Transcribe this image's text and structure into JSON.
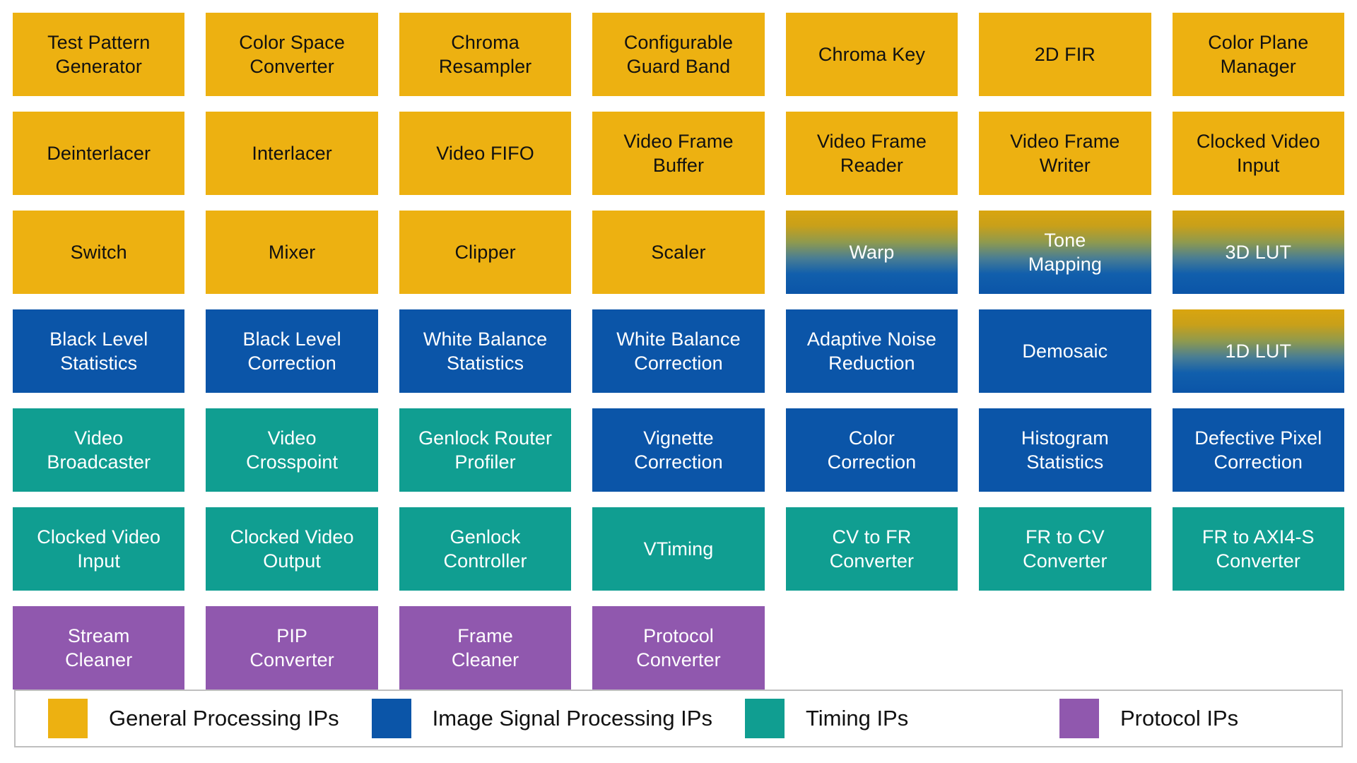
{
  "colors": {
    "general": "#EDB111",
    "isp": "#0B55A8",
    "timing": "#109E91",
    "protocol": "#9058AE",
    "hybrid_top": "#D9A50F",
    "hybrid_bottom": "#0B55A8",
    "legend_border": "#BFBFBF",
    "background": "#FFFFFF"
  },
  "grid": {
    "columns": 7,
    "rows": 7,
    "tiles": [
      {
        "label": "Test Pattern\nGenerator",
        "category": "general"
      },
      {
        "label": "Color Space\nConverter",
        "category": "general"
      },
      {
        "label": "Chroma\nResampler",
        "category": "general"
      },
      {
        "label": "Configurable\nGuard Band",
        "category": "general"
      },
      {
        "label": "Chroma Key",
        "category": "general"
      },
      {
        "label": "2D FIR",
        "category": "general"
      },
      {
        "label": "Color Plane\nManager",
        "category": "general"
      },
      {
        "label": "Deinterlacer",
        "category": "general"
      },
      {
        "label": "Interlacer",
        "category": "general"
      },
      {
        "label": "Video FIFO",
        "category": "general"
      },
      {
        "label": "Video Frame\nBuffer",
        "category": "general"
      },
      {
        "label": "Video Frame\nReader",
        "category": "general"
      },
      {
        "label": "Video Frame\nWriter",
        "category": "general"
      },
      {
        "label": "Clocked Video\nInput",
        "category": "general"
      },
      {
        "label": "Switch",
        "category": "general"
      },
      {
        "label": "Mixer",
        "category": "general"
      },
      {
        "label": "Clipper",
        "category": "general"
      },
      {
        "label": "Scaler",
        "category": "general"
      },
      {
        "label": "Warp",
        "category": "hybrid"
      },
      {
        "label": "Tone\nMapping",
        "category": "hybrid"
      },
      {
        "label": "3D LUT",
        "category": "hybrid"
      },
      {
        "label": "Black Level\nStatistics",
        "category": "isp"
      },
      {
        "label": "Black Level\nCorrection",
        "category": "isp"
      },
      {
        "label": "White Balance\nStatistics",
        "category": "isp"
      },
      {
        "label": "White Balance\nCorrection",
        "category": "isp"
      },
      {
        "label": "Adaptive Noise\nReduction",
        "category": "isp"
      },
      {
        "label": "Demosaic",
        "category": "isp"
      },
      {
        "label": "1D LUT",
        "category": "hybrid"
      },
      {
        "label": "Video\nBroadcaster",
        "category": "timing"
      },
      {
        "label": "Video\nCrosspoint",
        "category": "timing"
      },
      {
        "label": "Genlock Router\nProfiler",
        "category": "timing"
      },
      {
        "label": "Vignette\nCorrection",
        "category": "isp"
      },
      {
        "label": "Color\nCorrection",
        "category": "isp"
      },
      {
        "label": "Histogram\nStatistics",
        "category": "isp"
      },
      {
        "label": "Defective Pixel\nCorrection",
        "category": "isp"
      },
      {
        "label": "Clocked Video\nInput",
        "category": "timing"
      },
      {
        "label": "Clocked Video\nOutput",
        "category": "timing"
      },
      {
        "label": "Genlock\nController",
        "category": "timing"
      },
      {
        "label": "VTiming",
        "category": "timing"
      },
      {
        "label": "CV to FR\nConverter",
        "category": "timing"
      },
      {
        "label": "FR to CV\nConverter",
        "category": "timing"
      },
      {
        "label": "FR to AXI4-S\nConverter",
        "category": "timing"
      },
      {
        "label": "Stream\nCleaner",
        "category": "protocol"
      },
      {
        "label": "PIP\nConverter",
        "category": "protocol"
      },
      {
        "label": "Frame\nCleaner",
        "category": "protocol"
      },
      {
        "label": "Protocol\nConverter",
        "category": "protocol"
      },
      {
        "label": "",
        "category": "empty"
      },
      {
        "label": "",
        "category": "empty"
      },
      {
        "label": "",
        "category": "empty"
      }
    ]
  },
  "legend": {
    "items": [
      {
        "label": "General Processing IPs",
        "category": "general"
      },
      {
        "label": "Image Signal Processing IPs",
        "category": "isp"
      },
      {
        "label": "Timing IPs",
        "category": "timing"
      },
      {
        "label": "Protocol IPs",
        "category": "protocol"
      }
    ]
  }
}
